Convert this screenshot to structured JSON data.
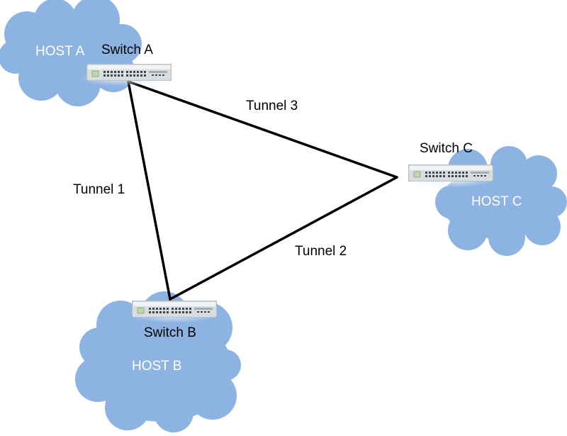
{
  "colors": {
    "cloud_fill": "#8db3e2",
    "cloud_highlight": "#a9c6ea",
    "link_stroke": "#000000",
    "switch_body": "#e3e6e8",
    "switch_top": "#c2c7cc",
    "switch_ports": "#3c4550",
    "switch_glow": "#d7e8f7",
    "host_text": "#ffffff",
    "label_text": "#000000"
  },
  "hosts": {
    "a": {
      "label": "HOST A"
    },
    "b": {
      "label": "HOST B"
    },
    "c": {
      "label": "HOST C"
    }
  },
  "switches": {
    "a": {
      "label": "Switch A",
      "icon": "network-switch-icon"
    },
    "b": {
      "label": "Switch B",
      "icon": "network-switch-icon"
    },
    "c": {
      "label": "Switch C",
      "icon": "network-switch-icon"
    }
  },
  "tunnels": [
    {
      "label": "Tunnel 1",
      "from": "Switch A",
      "to": "Switch B"
    },
    {
      "label": "Tunnel 2",
      "from": "Switch B",
      "to": "Switch C"
    },
    {
      "label": "Tunnel 3",
      "from": "Switch A",
      "to": "Switch C"
    }
  ]
}
